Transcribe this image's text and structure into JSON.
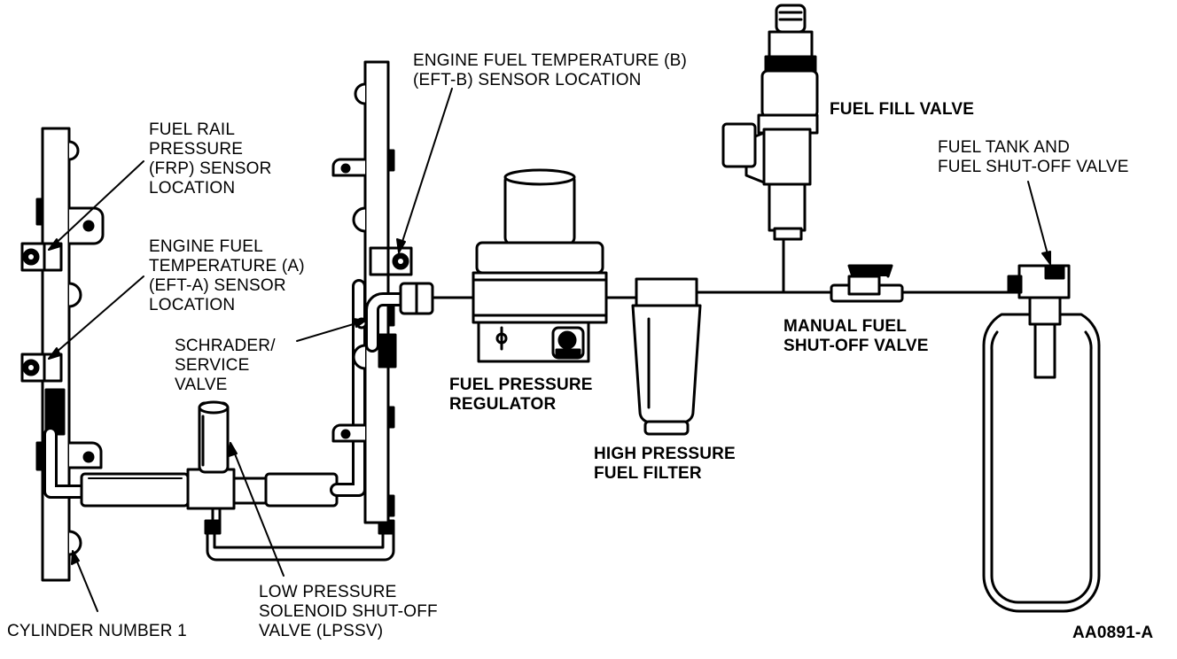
{
  "labels": {
    "frp": [
      "FUEL RAIL",
      "PRESSURE",
      "(FRP) SENSOR",
      "LOCATION"
    ],
    "efta": [
      "ENGINE FUEL",
      "TEMPERATURE (A)",
      "(EFT-A) SENSOR",
      "LOCATION"
    ],
    "eftb": [
      "ENGINE FUEL TEMPERATURE (B)",
      "(EFT-B) SENSOR LOCATION"
    ],
    "schrader": [
      "SCHRADER/",
      "SERVICE",
      "VALVE"
    ],
    "cylinder": "CYLINDER NUMBER 1",
    "lpssv": [
      "LOW PRESSURE",
      "SOLENOID SHUT-OFF",
      "VALVE (LPSSV)"
    ],
    "regulator": [
      "FUEL PRESSURE",
      "REGULATOR"
    ],
    "filter": [
      "HIGH PRESSURE",
      "FUEL FILTER"
    ],
    "fill_valve": "FUEL FILL VALVE",
    "manual_valve": [
      "MANUAL FUEL",
      "SHUT-OFF VALVE"
    ],
    "tank": [
      "FUEL TANK AND",
      "FUEL SHUT-OFF VALVE"
    ],
    "figure_id": "AA0891-A"
  }
}
